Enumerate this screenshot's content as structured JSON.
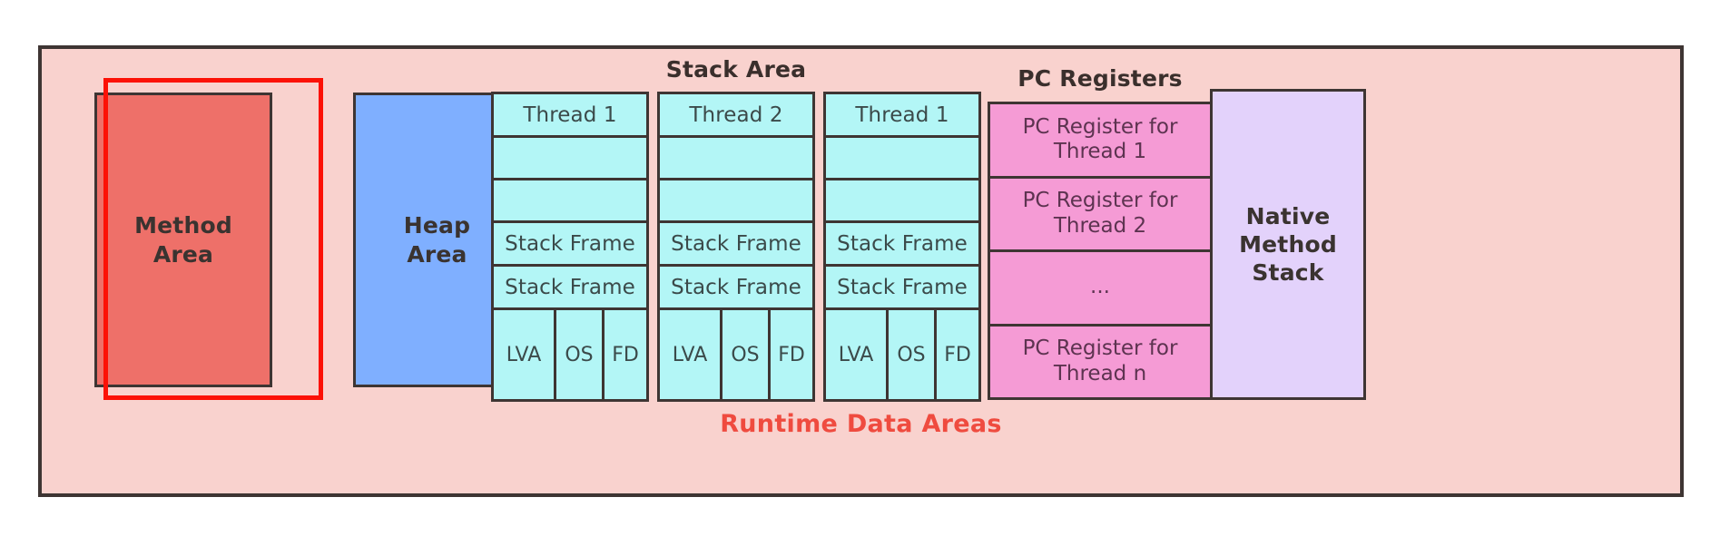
{
  "diagram": {
    "caption": "Runtime Data Areas",
    "colors": {
      "outer_background": "#f9d2ce",
      "outer_border": "#3e3533",
      "highlight_border": "#fc1106",
      "method_area": "#ee7069",
      "heap_area": "#7fafff",
      "stack_cell": "#b3f6f6",
      "pc_register": "#f59bd5",
      "native_method_stack": "#e3d2fb",
      "caption_text": "#ef4b3f"
    }
  },
  "method_area": {
    "label": "Method\nArea"
  },
  "heap_area": {
    "label": "Heap\nArea"
  },
  "stack_area": {
    "title": "Stack Area",
    "columns": [
      {
        "header": "Thread 1",
        "rows": [
          "",
          "",
          "Stack Frame",
          "Stack Frame"
        ],
        "subcells": [
          "LVA",
          "OS",
          "FD"
        ]
      },
      {
        "header": "Thread 2",
        "rows": [
          "",
          "",
          "Stack Frame",
          "Stack Frame"
        ],
        "subcells": [
          "LVA",
          "OS",
          "FD"
        ]
      },
      {
        "header": "Thread 1",
        "rows": [
          "",
          "",
          "Stack Frame",
          "Stack Frame"
        ],
        "subcells": [
          "LVA",
          "OS",
          "FD"
        ]
      }
    ]
  },
  "pc_registers": {
    "title": "PC Registers",
    "cells": [
      "PC Register for\nThread 1",
      "PC Register for\nThread 2",
      "...",
      "PC Register for\nThread n"
    ]
  },
  "native_method_stack": {
    "label": "Native\nMethod\nStack"
  }
}
